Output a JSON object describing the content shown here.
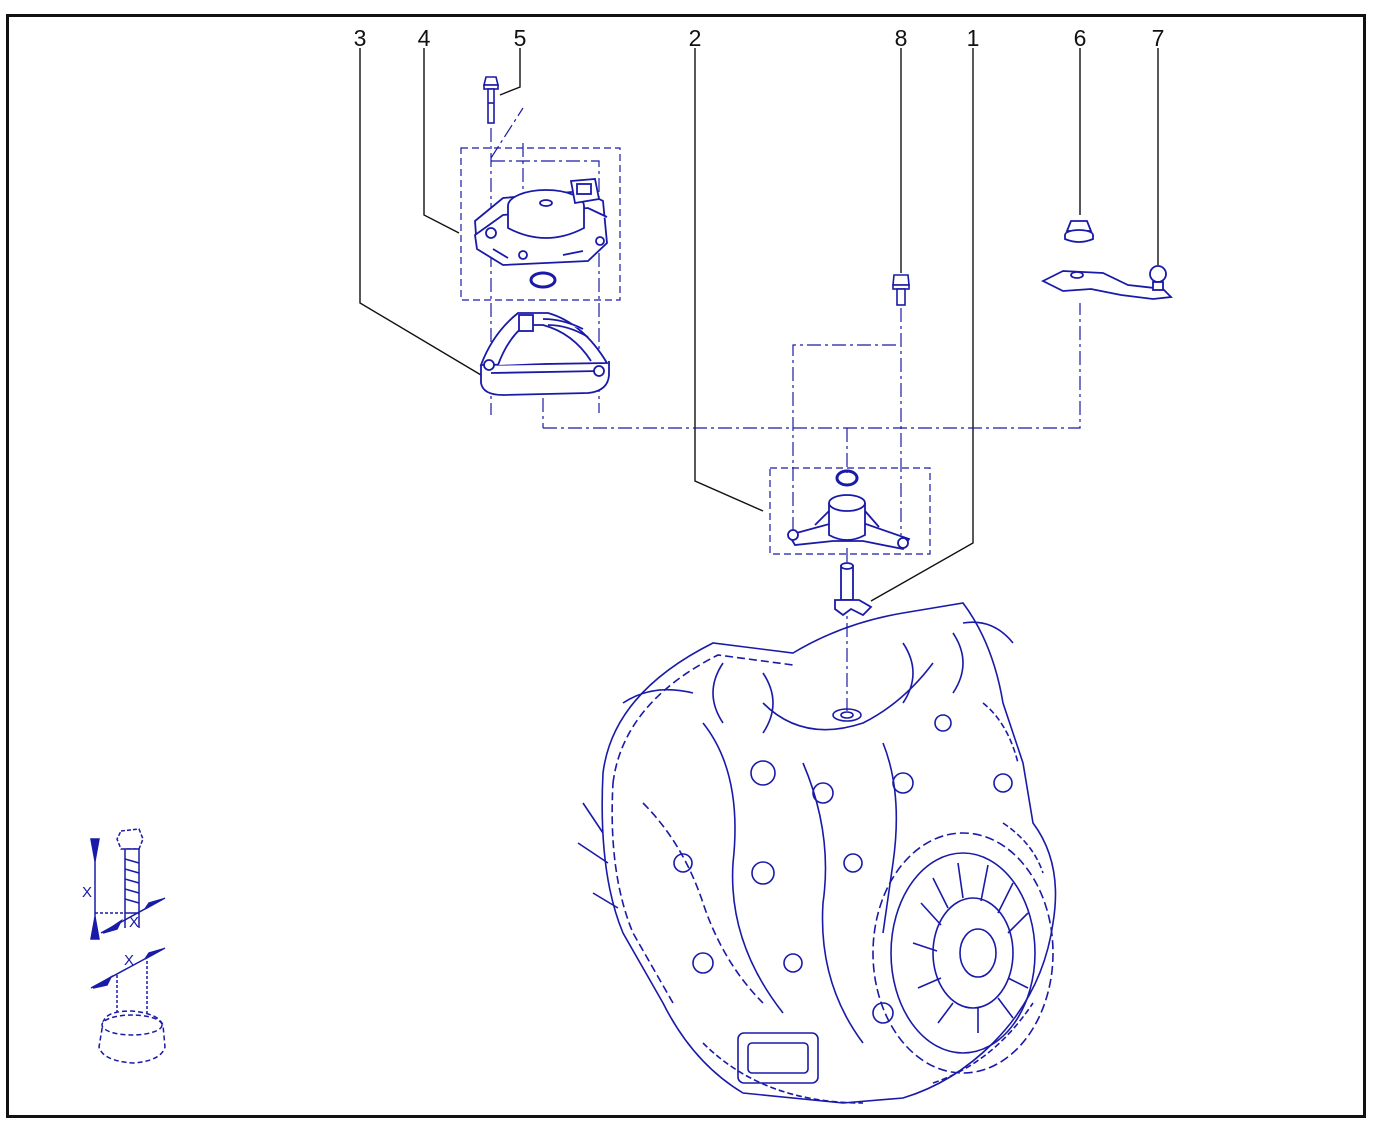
{
  "colors": {
    "line": "#1a1aa8",
    "leader": "#111111",
    "frame": "#111111",
    "background": "#ffffff"
  },
  "callouts": [
    {
      "id": "3",
      "label": "3"
    },
    {
      "id": "4",
      "label": "4"
    },
    {
      "id": "5",
      "label": "5"
    },
    {
      "id": "2",
      "label": "2"
    },
    {
      "id": "8",
      "label": "8"
    },
    {
      "id": "1",
      "label": "1"
    },
    {
      "id": "6",
      "label": "6"
    },
    {
      "id": "7",
      "label": "7"
    }
  ],
  "legend": {
    "dimension_label": "X"
  },
  "icons": [
    "bolt-icon",
    "nut-icon",
    "o-ring-icon",
    "transmission-icon"
  ]
}
